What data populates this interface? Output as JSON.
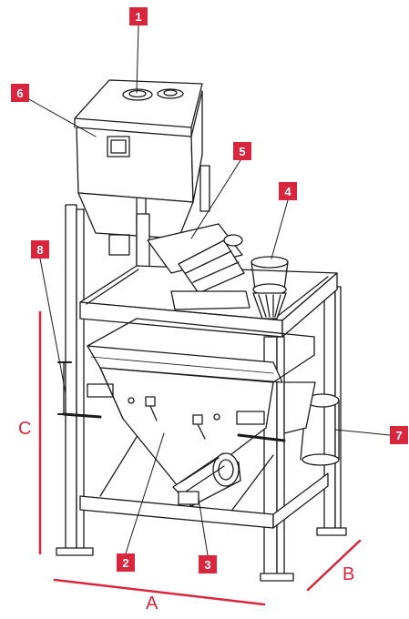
{
  "colors": {
    "accent": "#d7263d",
    "line": "#1a1a1a"
  },
  "callouts": [
    {
      "id": "1",
      "label": "1"
    },
    {
      "id": "2",
      "label": "2"
    },
    {
      "id": "3",
      "label": "3"
    },
    {
      "id": "4",
      "label": "4"
    },
    {
      "id": "5",
      "label": "5"
    },
    {
      "id": "6",
      "label": "6"
    },
    {
      "id": "7",
      "label": "7"
    },
    {
      "id": "8",
      "label": "8"
    }
  ],
  "dimensions": {
    "a": "A",
    "b": "B",
    "c": "C"
  }
}
